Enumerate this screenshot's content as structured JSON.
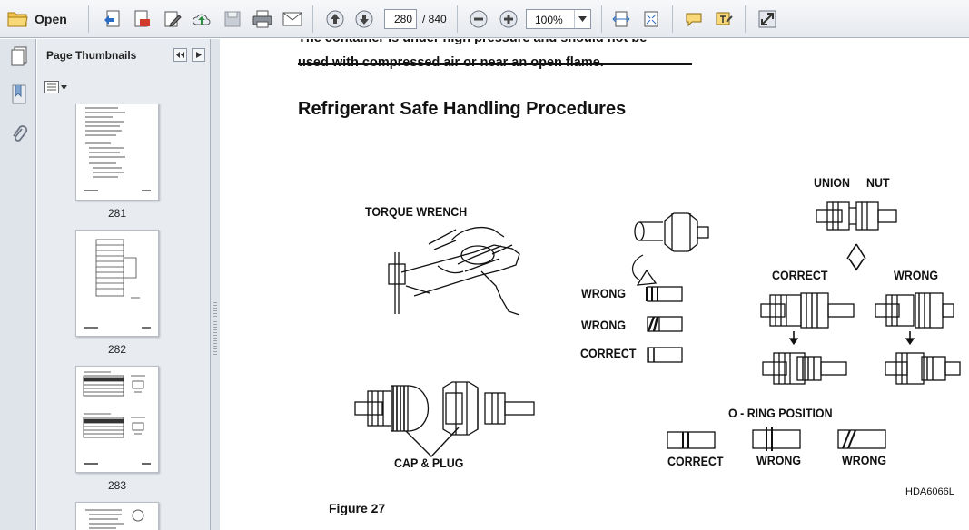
{
  "toolbar": {
    "open_label": "Open",
    "page_current": "280",
    "page_total": "/ 840",
    "zoom": "100%"
  },
  "panel": {
    "title": "Page Thumbnails",
    "thumbnails": [
      {
        "page": "281"
      },
      {
        "page": "282"
      },
      {
        "page": "283"
      }
    ]
  },
  "document": {
    "cut_text": "The container is under high pressure and should not be",
    "line2": "used with compressed air or near an open flame.",
    "heading": "Refrigerant Safe Handling Procedures",
    "figure_caption": "Figure 27",
    "figure_id": "HDA6066L",
    "labels": {
      "torque_wrench": "TORQUE WRENCH",
      "cap_plug": "CAP & PLUG",
      "wrong_1": "WRONG",
      "wrong_2": "WRONG",
      "correct_1": "CORRECT",
      "union": "UNION",
      "nut": "NUT",
      "correct_2": "CORRECT",
      "wrong_3": "WRONG",
      "oring_title": "O - RING POSITION",
      "correct_3": "CORRECT",
      "wrong_4": "WRONG",
      "wrong_5": "WRONG"
    }
  },
  "colors": {
    "toolbar_bg": "#e9ecf0",
    "panel_bg": "#e8ecf1",
    "accent_blue": "#2a6cc4"
  }
}
